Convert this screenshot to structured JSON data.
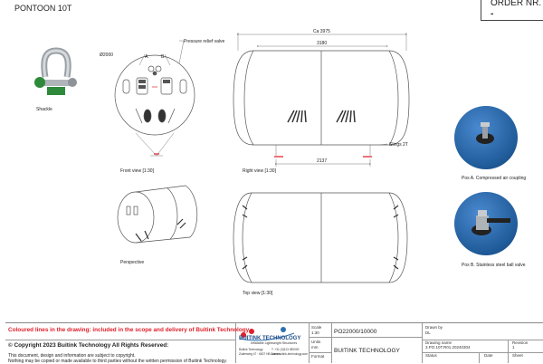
{
  "header": {
    "title": "PONTOON 10T",
    "order_label": "ORDER NR.",
    "order_value": "-"
  },
  "views": {
    "shackle_label": "Shackle",
    "front_dia": "Ø2000",
    "pos_a": "A.",
    "pos_b": "B.",
    "pressure_valve": "Pressure relief valve",
    "front_label": "Front view [1:30]",
    "dim_overall": "Ca 3975",
    "dim_body": "3180",
    "dim_slings": "2137",
    "slings_label": "Slings 2T",
    "right_label": "Right view [1:30]",
    "perspective_label": "Perspective",
    "top_label": "Top view [1:30]"
  },
  "details": {
    "pos_a_caption": "Pos A. Compressed air coupling",
    "pos_b_caption": "Pos B. Stainless steel ball valve"
  },
  "title_block": {
    "colored_note": "Coloured lines in the drawing: included in the scope and delivery of Buitink Technology",
    "copyright": "© Copyright 2023 Buitink Technology All Rights Reserved:",
    "disclaimer_1": "This document, design and information are subject to copyright.",
    "disclaimer_2": "Nothing may be copied or made available to third parties without the written permission of Buitink Technology.",
    "logo_name": "BUITINK TECHNOLOGY",
    "logo_tagline": "Inflatable Lightweight Structures",
    "address_1": "Buitink Technology",
    "address_2": "Zuiderweg 47 · 6827 HB Duiven",
    "contact_1": "T: +31 (0)313 280000",
    "contact_2": "www.buitink-technology.com",
    "scale_label": "Scale",
    "scale_value": "1:30",
    "units_label": "Units",
    "units_value": "mm",
    "format_label": "Format",
    "drawing_id": "PO22000/10000",
    "company": "BUITINK TECHNOLOGY",
    "drawn_by_label": "Drawn by",
    "drawn_by_value": "DL",
    "drawing_name_label": "Drawing name",
    "drawing_name_value": "3.PO.10T.R01.20240304",
    "revision_label": "Revision",
    "revision_value": "1",
    "status_label": "Status",
    "date_label": "Date",
    "sheet_label": "Sheet"
  },
  "colors": {
    "line": "#555555",
    "accent_red": "#e0202a",
    "blue_surface": "#2e6fb2",
    "shackle_green": "#2d8a3a"
  }
}
